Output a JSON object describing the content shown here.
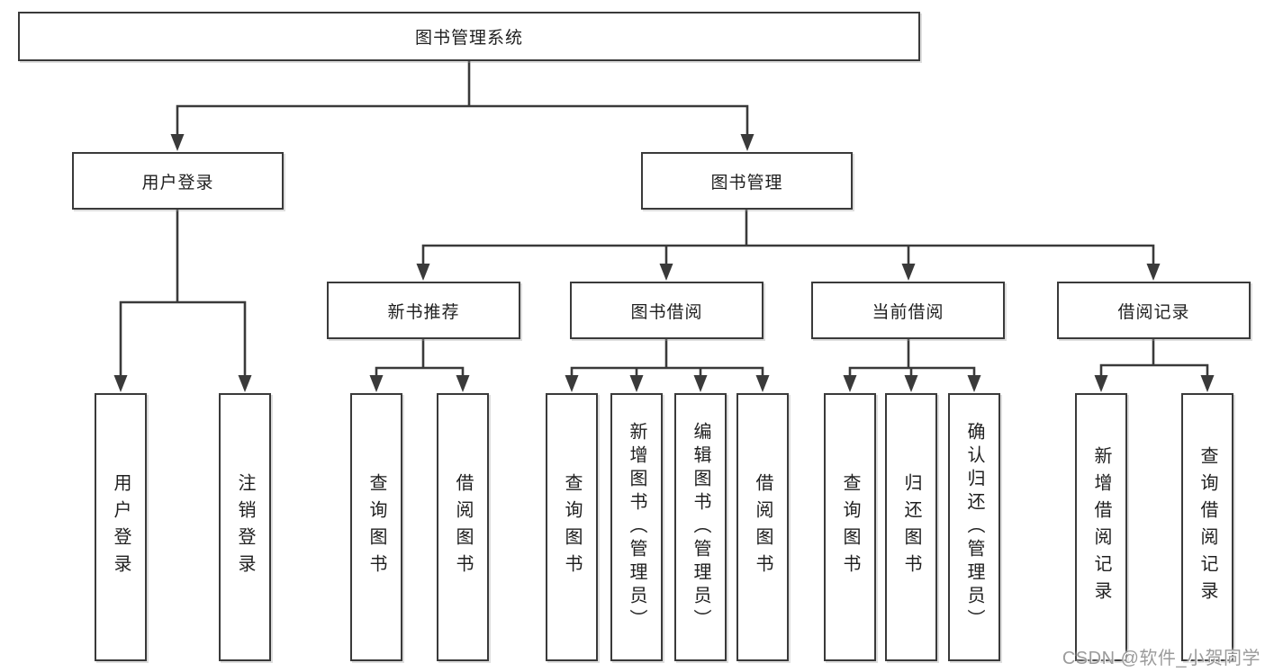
{
  "nodes": {
    "root": "图书管理系统",
    "level2": [
      "用户登录",
      "图书管理"
    ],
    "level3": [
      "新书推荐",
      "图书借阅",
      "当前借阅",
      "借阅记录"
    ],
    "leaves": [
      "用户登录",
      "注销登录",
      "查询图书",
      "借阅图书",
      "查询图书",
      "新增图书（管理员）",
      "编辑图书（管理员）",
      "借阅图书",
      "查询图书",
      "归还图书",
      "确认归还（管理员）",
      "新增借阅记录",
      "查询借阅记录"
    ]
  },
  "watermark": "CSDN @软件_小贺同学",
  "colors": {
    "line": "#3a3a3a",
    "box_border": "#3a3a3a",
    "text": "#1f1f1f",
    "watermark": "#9b9b9b",
    "background": "#ffffff"
  }
}
